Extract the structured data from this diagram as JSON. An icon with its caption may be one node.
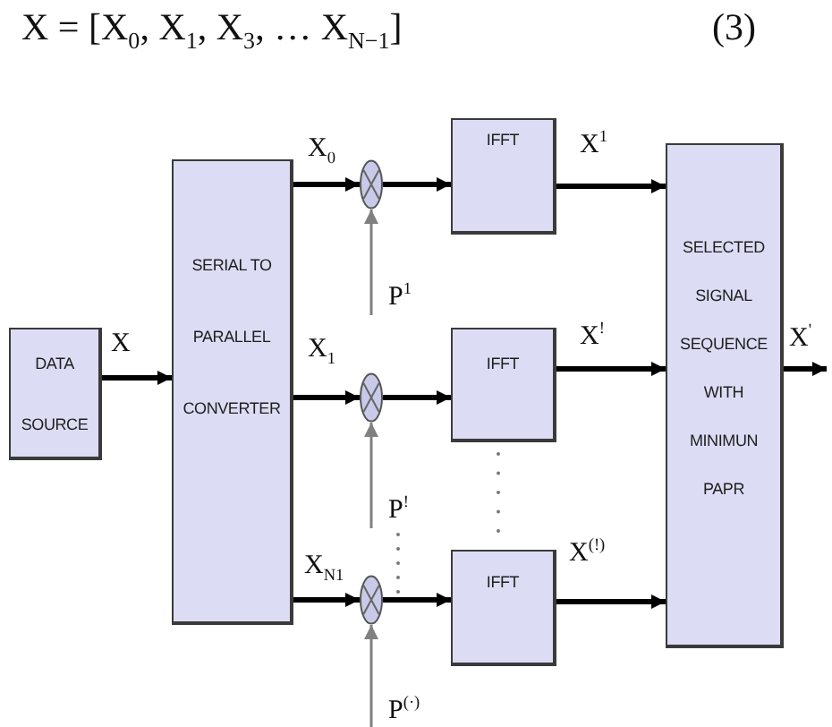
{
  "diagram": {
    "nodes": [
      {
        "text": [
          "DATA SOURCE"
        ]
      },
      {
        "text": [
          "SERIAL TO PARALLEL CONVERTER"
        ]
      },
      {
        "text": [],
        "shape": "circle"
      },
      {
        "text": [],
        "shape": "circle"
      },
      {
        "text": [],
        "shape": "circle"
      },
      {
        "text": [
          "IFFT"
        ]
      },
      {
        "text": [
          "IFFT"
        ]
      },
      {
        "text": [
          "IFFT"
        ]
      },
      {
        "text": [
          "SELECTED SIGNAL SEQUENCE WITH MINIMUN PAPR"
        ]
      },
      {
        "text": [
          "P$^{1}$"
        ]
      },
      {
        "text": [
          "P$^{!}$"
        ]
      },
      {
        "text": [
          "P$^{(·)}$"
        ]
      }
    ],
    "edges": [
      {
        "from": 0,
        "to": 1,
        "arrow": "to",
        "label": "X"
      },
      {
        "from": 1,
        "to": 2,
        "arrow": "to",
        "label": "X$_{0}$"
      },
      {
        "from": 1,
        "to": 3,
        "arrow": "to",
        "label": "X$_{1}$"
      },
      {
        "from": 1,
        "to": 4,
        "arrow": "to",
        "label": "X$_{N1}$"
      },
      {
        "from": 2,
        "to": 5,
        "arrow": "to"
      },
      {
        "from": 3,
        "to": 6,
        "arrow": "to"
      },
      {
        "from": 4,
        "to": 7,
        "arrow": "to"
      },
      {
        "from": 5,
        "to": 8,
        "arrow": "to",
        "label": "X$^{1}$"
      },
      {
        "from": 6,
        "to": 8,
        "arrow": "to",
        "label": "X$^{!}$"
      },
      {
        "from": 7,
        "to": 8,
        "arrow": "to",
        "label": "X$^{(!)}$"
      },
      {
        "from": 8,
        "to": null,
        "arrow": "to",
        "label": "X$^{'}$"
      },
      {
        "from": 9,
        "to": 2,
        "arrow": "to",
        "color": "#808080"
      },
      {
        "from": 10,
        "to": 3,
        "arrow": "to",
        "color": "#808080"
      },
      {
        "from": 11,
        "to": 4,
        "arrow": "to",
        "color": "#808080"
      }
    ],
    "labels": [
      "X = [X$_{0}$, X$_{1}$, X$_{3}$, … X$_{N−1}$]",
      "(3)"
    ]
  }
}
